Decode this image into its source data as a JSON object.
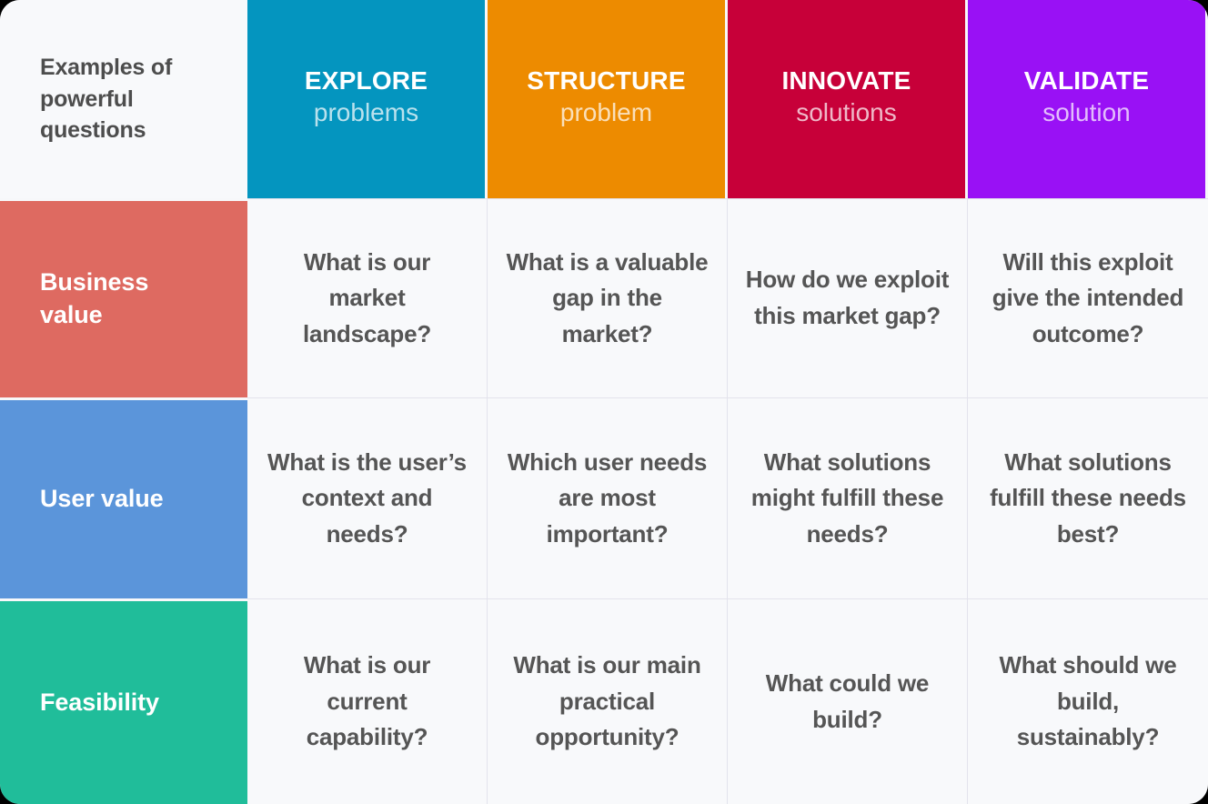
{
  "card": {
    "background": "#f7f8fa",
    "corner_title": "Examples of powerful questions"
  },
  "columns": [
    {
      "title": "EXPLORE",
      "subtitle": "problems",
      "color": "#0495bf"
    },
    {
      "title": "STRUCTURE",
      "subtitle": "problem",
      "color": "#ed8b00"
    },
    {
      "title": "INNOVATE",
      "subtitle": "solutions",
      "color": "#c70039"
    },
    {
      "title": "VALIDATE",
      "subtitle": "solution",
      "color": "#9911f5"
    }
  ],
  "rows": [
    {
      "label": "Business value",
      "color": "#de6a61",
      "cells": [
        "What is our market landscape?",
        "What is a valuable gap in the market?",
        "How do we exploit this market gap?",
        "Will this exploit give the intended outcome?"
      ]
    },
    {
      "label": "User value",
      "color": "#5b95da",
      "cells": [
        "What is the user’s context and needs?",
        "Which user needs are most important?",
        "What solutions might fulfill these needs?",
        "What solutions fulfill these needs best?"
      ]
    },
    {
      "label": "Feasibility",
      "color": "#20bd9a",
      "cells": [
        "What is our current capability?",
        "What is our main practical opportunity?",
        "What could we build?",
        "What should we build, sustainably?"
      ]
    }
  ]
}
